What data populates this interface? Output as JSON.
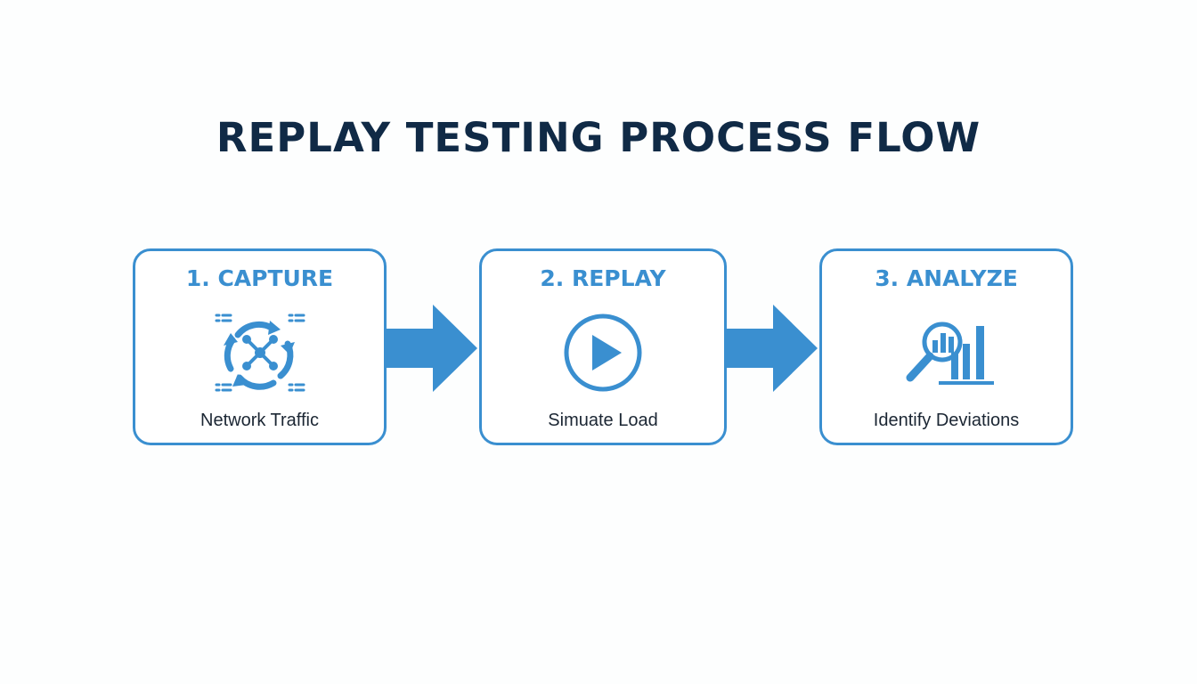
{
  "title": "REPLAY TESTING PROCESS FLOW",
  "colors": {
    "accent": "#3a8fd0",
    "title": "#102a46",
    "text": "#1b2633"
  },
  "steps": [
    {
      "heading": "1. CAPTURE",
      "caption": "Network Traffic",
      "icon": "network-capture-icon"
    },
    {
      "heading": "2. REPLAY",
      "caption": "Simuate Load",
      "icon": "play-icon"
    },
    {
      "heading": "3. ANALYZE",
      "caption": "Identify Deviations",
      "icon": "magnifier-chart-icon"
    }
  ]
}
